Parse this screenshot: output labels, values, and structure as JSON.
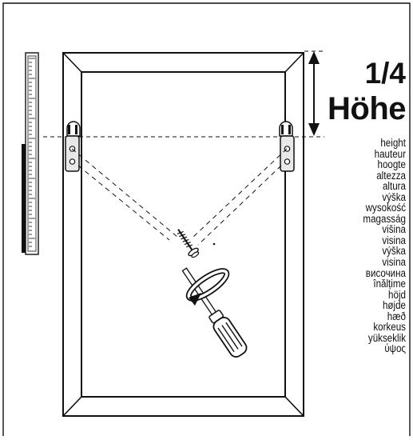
{
  "figure": {
    "fraction": "1/4",
    "heading": "Höhe",
    "translations": [
      "height",
      "hauteur",
      "hoogte",
      "altezza",
      "altura",
      "výška",
      "wysokość",
      "magasság",
      "višina",
      "visina",
      "výška",
      "visina",
      "височина",
      "înălțime",
      "höjd",
      "højde",
      "hæð",
      "korkeus",
      "yükseklik",
      "ύψος"
    ],
    "colors": {
      "ink": "#111111",
      "paper": "#ffffff"
    },
    "icons": {
      "ruler": "measuring-tape-icon",
      "screw": "screw-icon",
      "tool": "screwdriver-icon",
      "rotation": "rotation-arrow-icon"
    }
  }
}
